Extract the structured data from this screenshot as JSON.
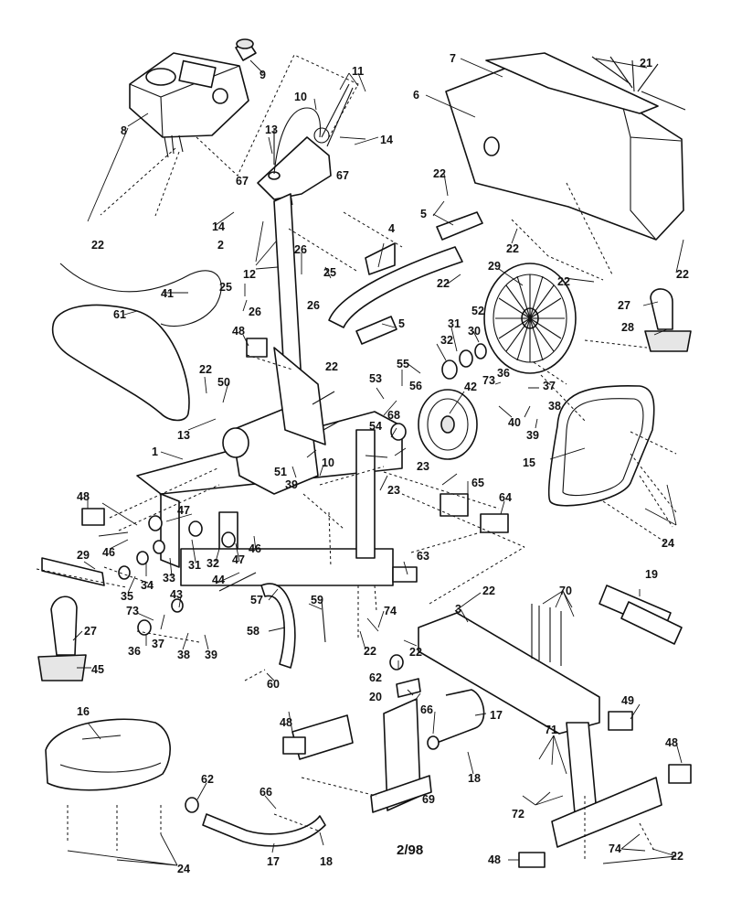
{
  "diagram": {
    "date_code": "2/98",
    "parts": {
      "p1": "1",
      "p2": "2",
      "p3": "3",
      "p4": "4",
      "p5": "5",
      "p6": "6",
      "p7": "7",
      "p8": "8",
      "p9": "9",
      "p10": "10",
      "p11": "11",
      "p12": "12",
      "p13": "13",
      "p14": "14",
      "p15": "15",
      "p16": "16",
      "p17": "17",
      "p18": "18",
      "p19": "19",
      "p20": "20",
      "p21": "21",
      "p22": "22",
      "p23": "23",
      "p24": "24",
      "p25": "25",
      "p26": "26",
      "p27": "27",
      "p28": "28",
      "p29": "29",
      "p30": "30",
      "p31": "31",
      "p32": "32",
      "p33": "33",
      "p34": "34",
      "p35": "35",
      "p36": "36",
      "p37": "37",
      "p38": "38",
      "p39": "39",
      "p40": "40",
      "p41": "41",
      "p42": "42",
      "p43": "43",
      "p44": "44",
      "p45": "45",
      "p46": "46",
      "p47": "47",
      "p48": "48",
      "p49": "49",
      "p50": "50",
      "p51": "51",
      "p52": "52",
      "p53": "53",
      "p54": "54",
      "p55": "55",
      "p56": "56",
      "p57": "57",
      "p58": "58",
      "p59": "59",
      "p60": "60",
      "p61": "61",
      "p62": "62",
      "p63": "63",
      "p64": "64",
      "p65": "65",
      "p66": "66",
      "p67": "67",
      "p68": "68",
      "p69": "69",
      "p70": "70",
      "p71": "71",
      "p72": "72",
      "p73": "73",
      "p74": "74"
    }
  }
}
